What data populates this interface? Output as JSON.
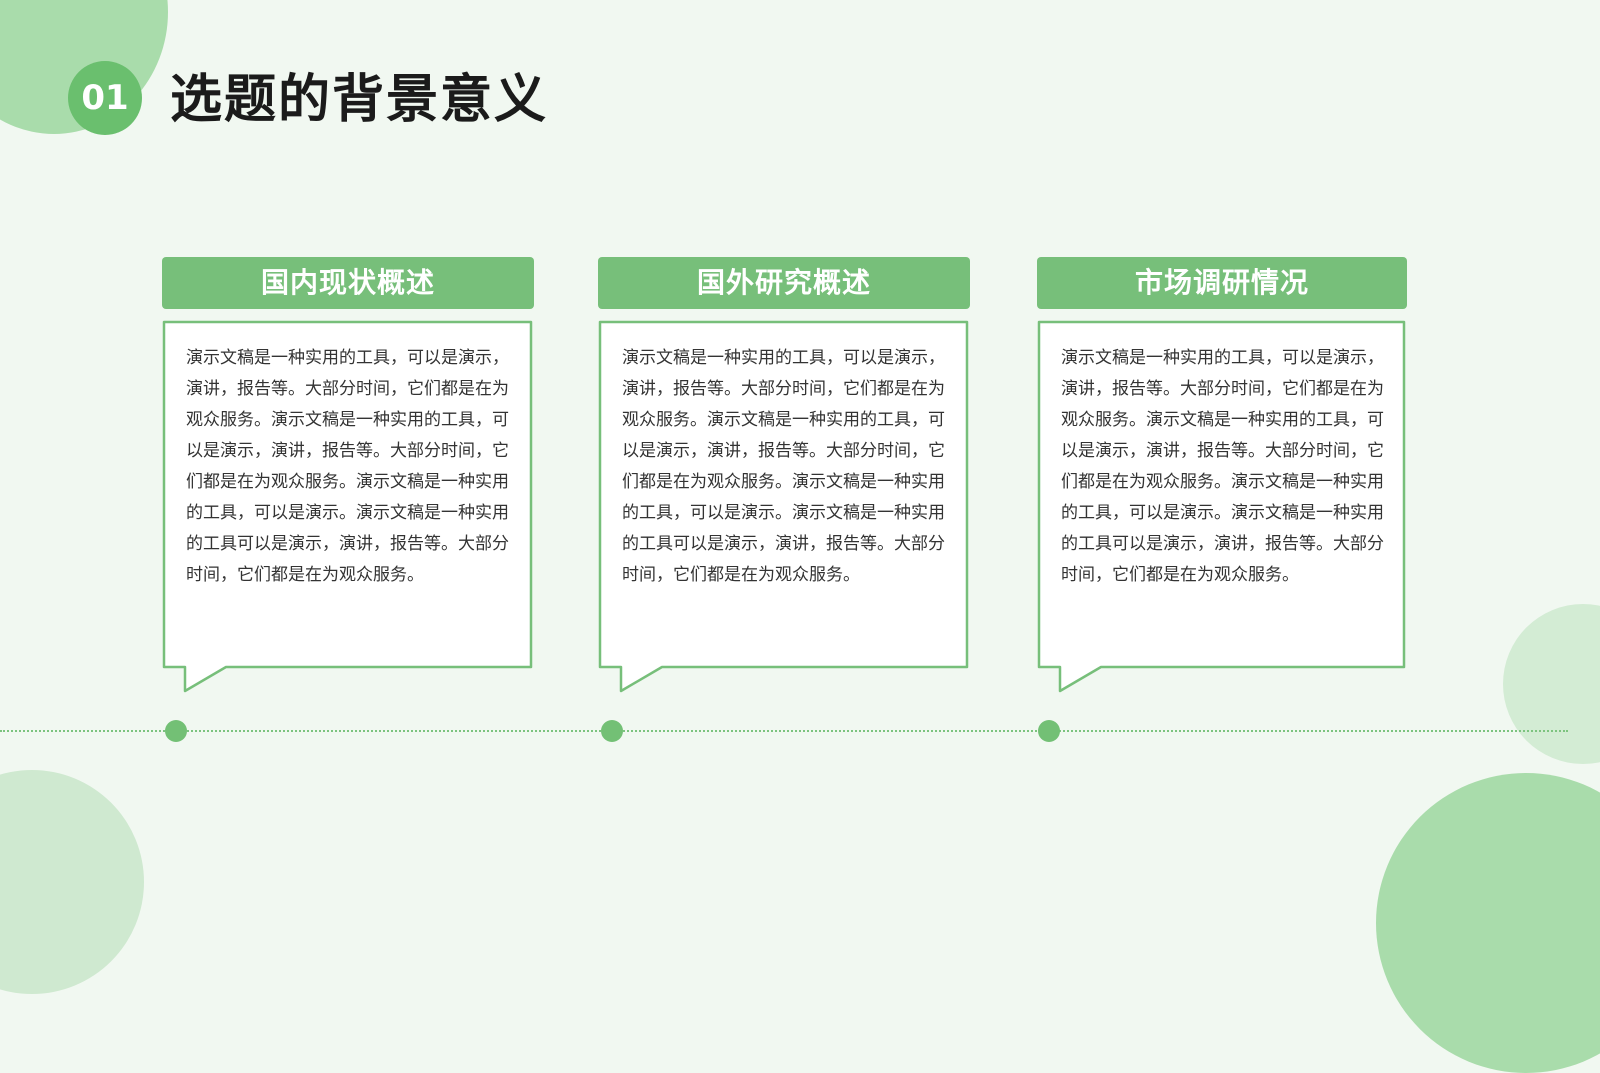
{
  "section": {
    "number": "01",
    "title": "选题的背景意义"
  },
  "cards": [
    {
      "heading": "国内现状概述",
      "body": "演示文稿是一种实用的工具，可以是演示，演讲，报告等。大部分时间，它们都是在为观众服务。演示文稿是一种实用的工具，可以是演示，演讲，报告等。大部分时间，它们都是在为观众服务。演示文稿是一种实用的工具，可以是演示。演示文稿是一种实用的工具可以是演示，演讲，报告等。大部分时间，它们都是在为观众服务。"
    },
    {
      "heading": "国外研究概述",
      "body": "演示文稿是一种实用的工具，可以是演示，演讲，报告等。大部分时间，它们都是在为观众服务。演示文稿是一种实用的工具，可以是演示，演讲，报告等。大部分时间，它们都是在为观众服务。演示文稿是一种实用的工具，可以是演示。演示文稿是一种实用的工具可以是演示，演讲，报告等。大部分时间，它们都是在为观众服务。"
    },
    {
      "heading": "市场调研情况",
      "body": "演示文稿是一种实用的工具，可以是演示，演讲，报告等。大部分时间，它们都是在为观众服务。演示文稿是一种实用的工具，可以是演示，演讲，报告等。大部分时间，它们都是在为观众服务。演示文稿是一种实用的工具，可以是演示。演示文稿是一种实用的工具可以是演示，演讲，报告等。大部分时间，它们都是在为观众服务。"
    }
  ],
  "colors": {
    "accent": "#77bf7a",
    "badge": "#6abf6e",
    "background": "#f1f8f1",
    "title": "#1b1b1b"
  }
}
